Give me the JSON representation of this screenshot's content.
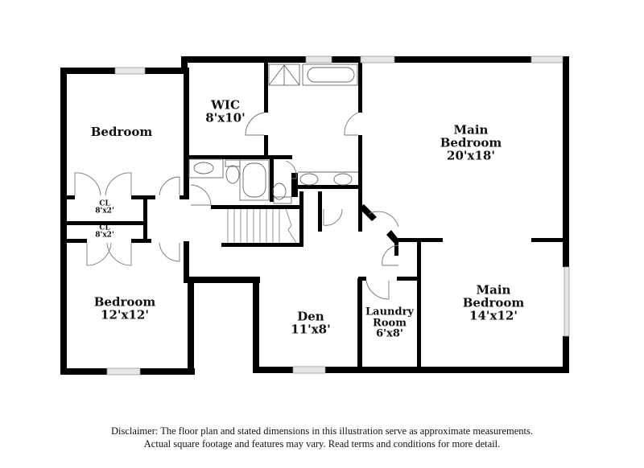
{
  "floor_plan": {
    "rooms": [
      {
        "id": "bedroom-top-left",
        "name": "Bedroom",
        "dimensions": ""
      },
      {
        "id": "closet-upper",
        "name": "CL",
        "dimensions": "8'x2'"
      },
      {
        "id": "closet-lower",
        "name": "CL",
        "dimensions": "8'x2'"
      },
      {
        "id": "bedroom-bottom-left",
        "name": "Bedroom",
        "dimensions": "12'x12'"
      },
      {
        "id": "wic",
        "name": "WIC",
        "dimensions": "8'x10'"
      },
      {
        "id": "main-bedroom-upper",
        "name": "Main",
        "name2": "Bedroom",
        "dimensions": "20'x18'"
      },
      {
        "id": "main-bedroom-lower",
        "name": "Main",
        "name2": "Bedroom",
        "dimensions": "14'x12'"
      },
      {
        "id": "den",
        "name": "Den",
        "dimensions": "11'x8'"
      },
      {
        "id": "laundry",
        "name": "Laundry",
        "name2": "Room",
        "dimensions": "6'x8'"
      }
    ],
    "colors": {
      "wall": "#000000",
      "fixture": "#555555",
      "window": "#bbbbbb",
      "background": "#ffffff"
    }
  },
  "disclaimer": {
    "line1": "Disclaimer: The floor plan and stated dimensions in this illustration serve as approximate measurements.",
    "line2": "Actual square footage and features may vary. Read terms and conditions for more detail."
  }
}
